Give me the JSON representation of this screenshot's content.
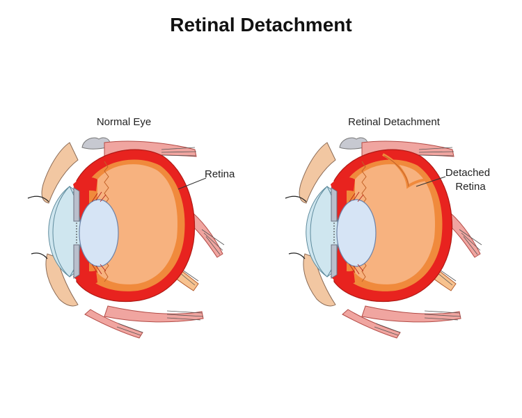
{
  "title": "Retinal Detachment",
  "panels": {
    "normal": {
      "heading": "Normal Eye",
      "callout": "Retina"
    },
    "detached": {
      "heading": "Retinal Detachment",
      "callout_line1": "Detached",
      "callout_line2": "Retina"
    }
  },
  "colors": {
    "sclera_red": "#e8231f",
    "vitreous_orange": "#f7b27f",
    "choroid_orange": "#f08a3c",
    "lens_blue": "#d6e4f5",
    "cornea_blue": "#cfe6ef",
    "muscle_pink": "#f0a5a0",
    "iris_gray": "#b9bfcc",
    "skin_tan": "#f2c7a2"
  }
}
